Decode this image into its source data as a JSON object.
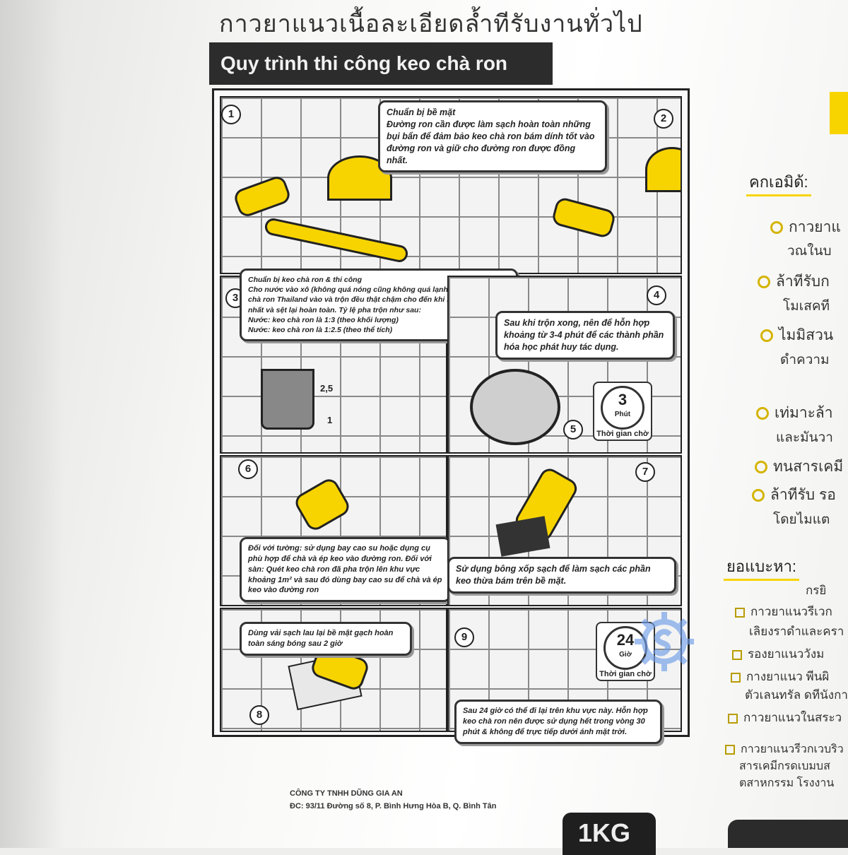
{
  "header": {
    "thai_title": "กาวยาแนวเนื้อละเอียดล้ำทีรับงานทั่วไป",
    "banner": "Quy trình thi công keo chà ron"
  },
  "steps": {
    "s1_title": "Chuẩn bị bề mặt",
    "s1_text": "Đường ron cần được làm sạch hoàn toàn những bụi bẩn để đảm bảo keo chà ron bám dính tốt vào đường ron và giữ cho đường ron được đồng nhất.",
    "s3_title": "Chuẩn bị keo chà ron & thi công",
    "s3_text": "Cho nước vào xô (không quá nóng cũng không quá lạnh). Từ từ cho keo chà ron Thailand vào và trộn đều thật chậm cho đến khi hỗn hợp đồng nhất và sệt lại hoàn toàn. Tỷ lệ pha trộn như sau:",
    "s3_ratio1": "Nước: keo chà ron là 1:3 (theo khối lượng)",
    "s3_ratio2": "Nước: keo chà ron là 1:2.5 (theo thể tích)",
    "bucket_mark_top": "2,5",
    "bucket_mark_bottom": "1",
    "s4_text": "Sau khi trộn xong, nên để hỗn hợp khoảng từ 3-4 phút để các thành phần hóa học phát huy tác dụng.",
    "clock1_value": "3",
    "clock1_unit": "Phút",
    "clock_caption": "Thời gian chờ",
    "s6_text": "Đối với tường: sử dụng bay cao su hoặc dụng cụ phù hợp để chà và ép keo vào đường ron. Đối với sàn: Quét keo chà ron đã pha trộn lên khu vực khoảng 1m² và sau đó dùng bay cao su để chà và ép keo vào đường ron",
    "s7_text": "Sử dụng bông xốp sạch để làm sạch các phần keo thừa bám trên bề mặt.",
    "s8_text": "Dùng vải sạch lau lại bề mặt gạch hoàn toàn sáng bóng sau 2 giờ",
    "clock2_value": "24",
    "clock2_unit": "Giờ",
    "s9_text": "Sau 24 giờ có thể đi lại trên khu vực này. Hỗn hợp keo chà ron nên được sử dụng hết trong vòng 30 phút & không để trực tiếp dưới ánh mặt trời."
  },
  "numbers": [
    "1",
    "2",
    "3",
    "4",
    "5",
    "6",
    "7",
    "8",
    "9"
  ],
  "side": {
    "head1": "คกเอมิด้:",
    "b1": "กาวยาแ",
    "b1b": "วณในบ",
    "b2": "ล้าทีรับก",
    "b2b": "โมเสคที",
    "b3": "ไมมิสวน",
    "b3b": "ดำความ",
    "b4": "เท่มาะล้า",
    "b4b": "และมันวา",
    "b5": "ทนสารเคมี",
    "b6": "ล้าทีรับ รอ",
    "b6b": "โดยไมแต",
    "head2": "ยอแบะหา:",
    "sub": "กรยิ",
    "r1": "กาวยาแนวรีเวก",
    "r1b": "เลิยงราดำและครา",
    "r2": "รองยาแนววังม",
    "r3": "กางยาแนว พีนผิ",
    "r3b": "ตัวเลนทรัล ดทีนังกา",
    "r4": "กาวยาแนวในสระว",
    "r5": "กาวยาแนวรีวกเวบริว",
    "r5b": "สารเคมีกรดเบมบส",
    "r5c": "ตสาหกรรม โรงงาน"
  },
  "footer": {
    "company": "CÔNG TY TNHH DŨNG GIA AN",
    "address": "ĐC: 93/11 Đường số 8, P. Bình Hưng Hòa B, Q. Bình Tân",
    "weight": "1KG"
  },
  "colors": {
    "accent": "#f7d400",
    "banner": "#2c2c2c",
    "ink": "#222222"
  }
}
